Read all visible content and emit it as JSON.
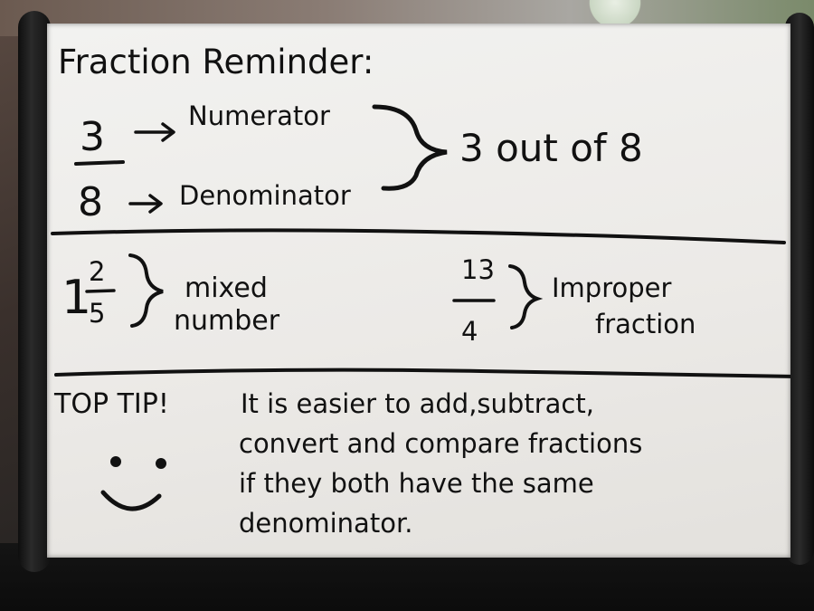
{
  "board": {
    "title": "Fraction Reminder:",
    "fraction_numerator": "3",
    "fraction_denominator": "8",
    "numerator_label": "Numerator",
    "denominator_label": "Denominator",
    "meaning": "3 out of 8",
    "mixed": {
      "whole": "1",
      "numerator": "2",
      "denominator": "5",
      "label_line1": "mixed",
      "label_line2": "number"
    },
    "improper": {
      "numerator": "13",
      "denominator": "4",
      "label_line1": "Improper",
      "label_line2": "fraction"
    },
    "tip_heading": "TOP TIP!",
    "tip_lines": [
      "It is easier to add,subtract,",
      "convert and compare fractions",
      "if they both have the same",
      "denominator."
    ]
  }
}
